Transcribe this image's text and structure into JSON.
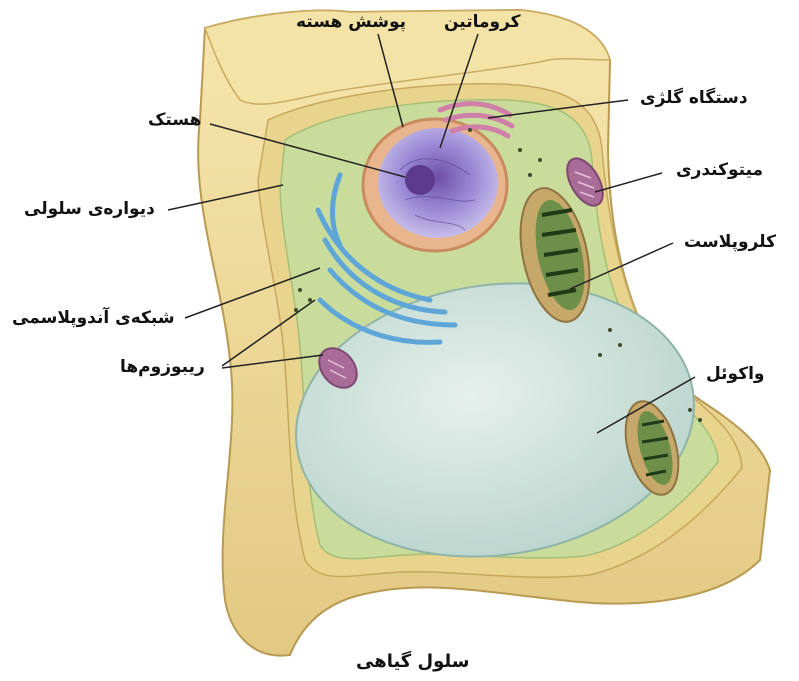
{
  "title": "سلول گیاهی",
  "labels": {
    "nuclear_envelope": "پوشش هسته",
    "chromatin": "کروماتین",
    "golgi": "دستگاه گلژی",
    "nucleolus": "هستک",
    "mitochondrion": "میتوکندری",
    "cell_wall": "دیواره‌ی سلولی",
    "chloroplast": "کلروپلاست",
    "er": "شبکه‌ی آندوپلاسمی",
    "ribosomes": "ریبوزوم‌ها",
    "vacuole": "واکوئل"
  },
  "colors": {
    "wall": "#efdc9a",
    "wall_dark": "#d8bf73",
    "cytoplasm": "#c7db9b",
    "vacuole": "#cfe2dc",
    "nucleus": "#8a7cc8",
    "er": "#6aaedc",
    "golgi": "#d98fb5",
    "mitochondrion": "#a86d98",
    "chloroplast": "#3f6b2e",
    "leader_line": "#222222"
  }
}
